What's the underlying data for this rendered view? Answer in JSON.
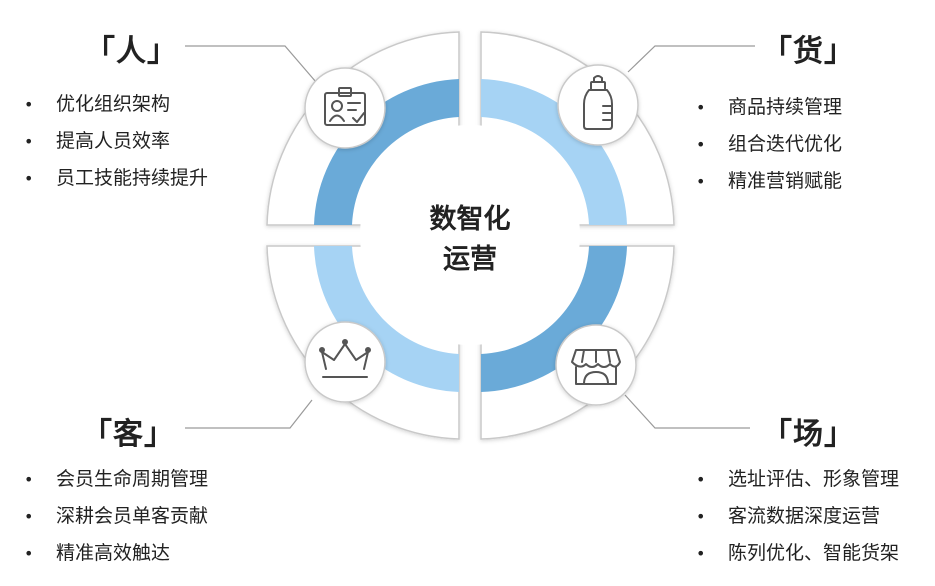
{
  "center": {
    "line1": "数智化",
    "line2": "运营"
  },
  "quadrants": {
    "people": {
      "title": "「人」",
      "icon": "id-badge-icon",
      "items": [
        "优化组织架构",
        "提高人员效率",
        "员工技能持续提升"
      ]
    },
    "goods": {
      "title": "「货」",
      "icon": "bottle-icon",
      "items": [
        "商品持续管理",
        "组合迭代优化",
        "精准营销赋能"
      ]
    },
    "customer": {
      "title": "「客」",
      "icon": "crown-icon",
      "items": [
        "会员生命周期管理",
        "深耕会员单客贡献",
        "精准高效触达"
      ]
    },
    "venue": {
      "title": "「场」",
      "icon": "store-icon",
      "items": [
        "选址评估、形象管理",
        "客流数据深度运营",
        "陈列优化、智能货架"
      ]
    }
  },
  "colors": {
    "ring_dark": "#6aaad8",
    "ring_light": "#a6d3f4",
    "outline": "#c9c9c9",
    "icon": "#555555",
    "text": "#222222"
  }
}
